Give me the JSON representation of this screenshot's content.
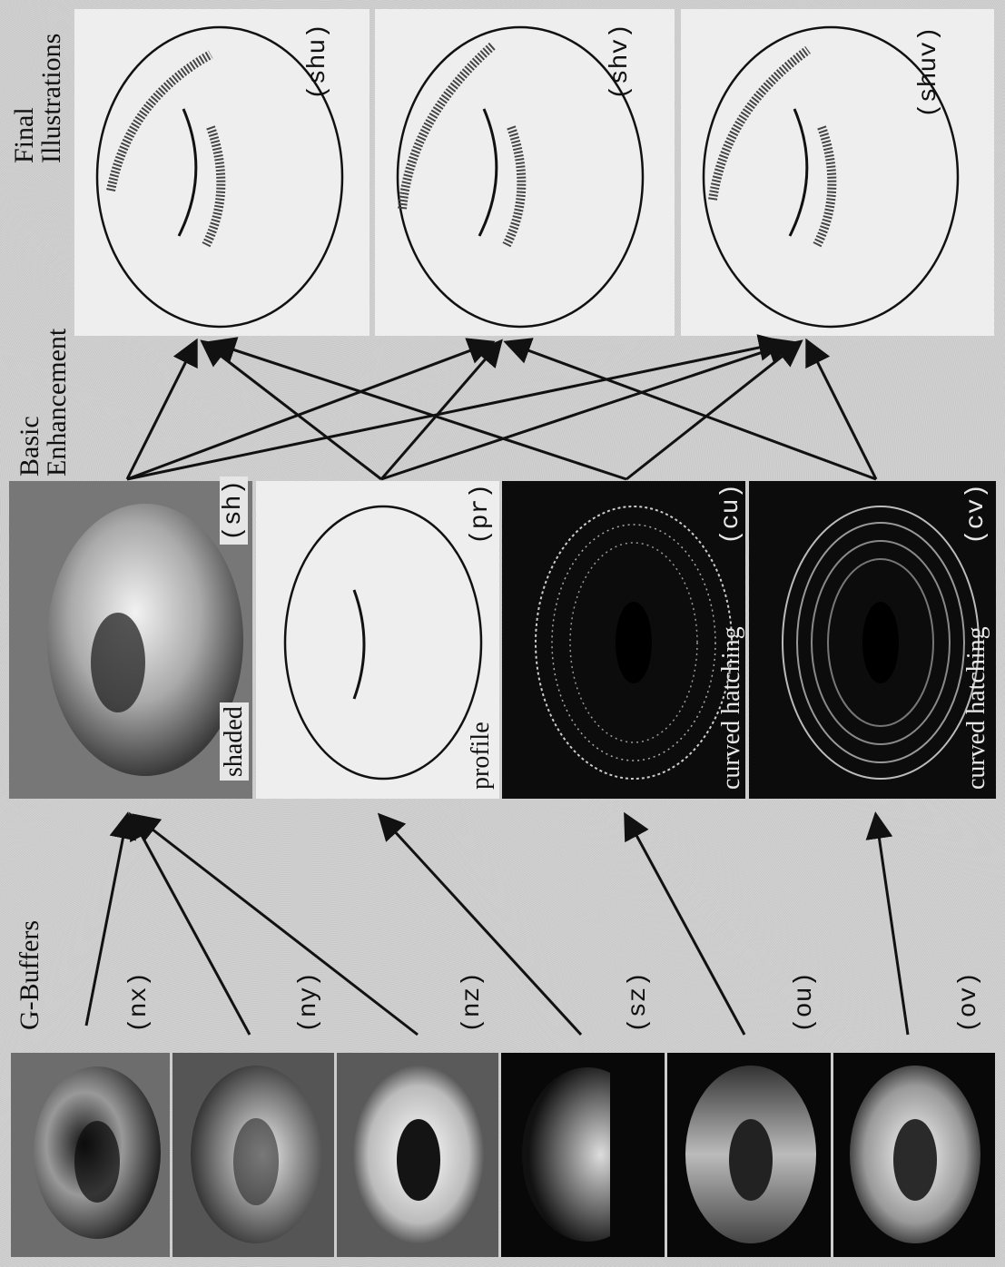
{
  "headers": {
    "gbuffers": "G-Buffers",
    "basic_line1": "Basic",
    "basic_line2": "Enhancement",
    "final_line1": "Final",
    "final_line2": "Illustrations"
  },
  "gbuffer_labels": [
    "(nx)",
    "(ny)",
    "(nz)",
    "(sz)",
    "(ou)",
    "(ov)"
  ],
  "enhancement_labels": {
    "sh": "(sh)",
    "sh_text": "shaded",
    "pr": "(pr)",
    "pr_text": "profile",
    "cu": "(cu)",
    "cu_text": "curved hatching",
    "cv": "(cv)",
    "cv_text": "curved hatching"
  },
  "final_labels": [
    "(shu)",
    "(shv)",
    "(shuv)"
  ],
  "icons": [
    "torus-image",
    "arrow"
  ],
  "colors": {
    "background": "#cfcfcf",
    "dark_tile": "#111111",
    "light_tile": "#eeeeee"
  }
}
